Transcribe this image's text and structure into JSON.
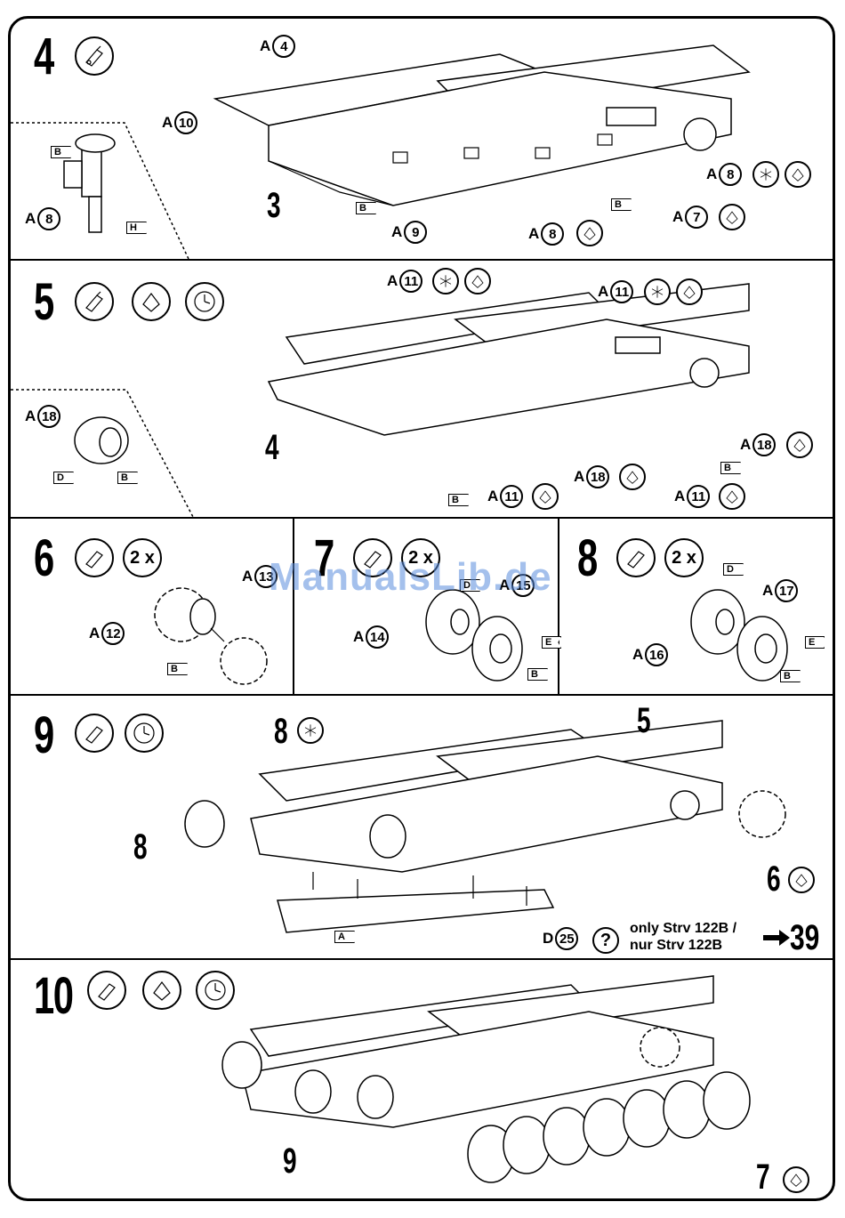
{
  "steps": [
    {
      "number": "4",
      "callouts": {
        "a4": {
          "prefix": "A",
          "part": "4"
        },
        "a10": {
          "prefix": "A",
          "part": "10"
        },
        "a8_inset": {
          "prefix": "A",
          "part": "8"
        },
        "a8_right": {
          "prefix": "A",
          "part": "8"
        },
        "a8_bottom": {
          "prefix": "A",
          "part": "8"
        },
        "a9": {
          "prefix": "A",
          "part": "9"
        },
        "a7": {
          "prefix": "A",
          "part": "7"
        }
      },
      "ref_number": "3",
      "flags": {
        "b_inset": "B",
        "h_inset": "H",
        "b1": "B",
        "b2": "B"
      }
    },
    {
      "number": "5",
      "callouts": {
        "a11_top_left": {
          "prefix": "A",
          "part": "11"
        },
        "a11_top_right": {
          "prefix": "A",
          "part": "11"
        },
        "a18_inset": {
          "prefix": "A",
          "part": "18"
        },
        "a18_right": {
          "prefix": "A",
          "part": "18"
        },
        "a18_bottom": {
          "prefix": "A",
          "part": "18"
        },
        "a11_bottom_left": {
          "prefix": "A",
          "part": "11"
        },
        "a11_bottom_right": {
          "prefix": "A",
          "part": "11"
        }
      },
      "ref_number": "4",
      "flags": {
        "d_inset": "D",
        "b_inset": "B",
        "b1": "B",
        "b2": "B"
      }
    },
    {
      "number": "6",
      "count": "2 x",
      "callouts": {
        "a13": {
          "prefix": "A",
          "part": "13"
        },
        "a12": {
          "prefix": "A",
          "part": "12"
        }
      },
      "flags": {
        "b": "B"
      }
    },
    {
      "number": "7",
      "count": "2 x",
      "callouts": {
        "a15": {
          "prefix": "A",
          "part": "15"
        },
        "a14": {
          "prefix": "A",
          "part": "14"
        }
      },
      "flags": {
        "d": "D",
        "e": "E",
        "b": "B"
      }
    },
    {
      "number": "8",
      "count": "2 x",
      "callouts": {
        "a17": {
          "prefix": "A",
          "part": "17"
        },
        "a16": {
          "prefix": "A",
          "part": "16"
        }
      },
      "flags": {
        "d": "D",
        "e": "E",
        "b": "B"
      }
    },
    {
      "number": "9",
      "refs": {
        "r8_top": "8",
        "r5": "5",
        "r8_left": "8",
        "r6": "6"
      },
      "callouts": {
        "d25": {
          "prefix": "D",
          "part": "25"
        }
      },
      "flags": {
        "a": "A"
      },
      "note": {
        "line1": "only Strv 122B /",
        "line2": "nur Strv 122B",
        "goto": "39"
      }
    },
    {
      "number": "10",
      "refs": {
        "r9": "9",
        "r7": "7"
      }
    }
  ],
  "symbols": {
    "glue": "glue-tube-icon",
    "paint": "paint-icon",
    "dry": "clock-dry-icon",
    "optional": "asterisk-icon",
    "help": "question-icon"
  },
  "watermark": "ManualsLib.de"
}
